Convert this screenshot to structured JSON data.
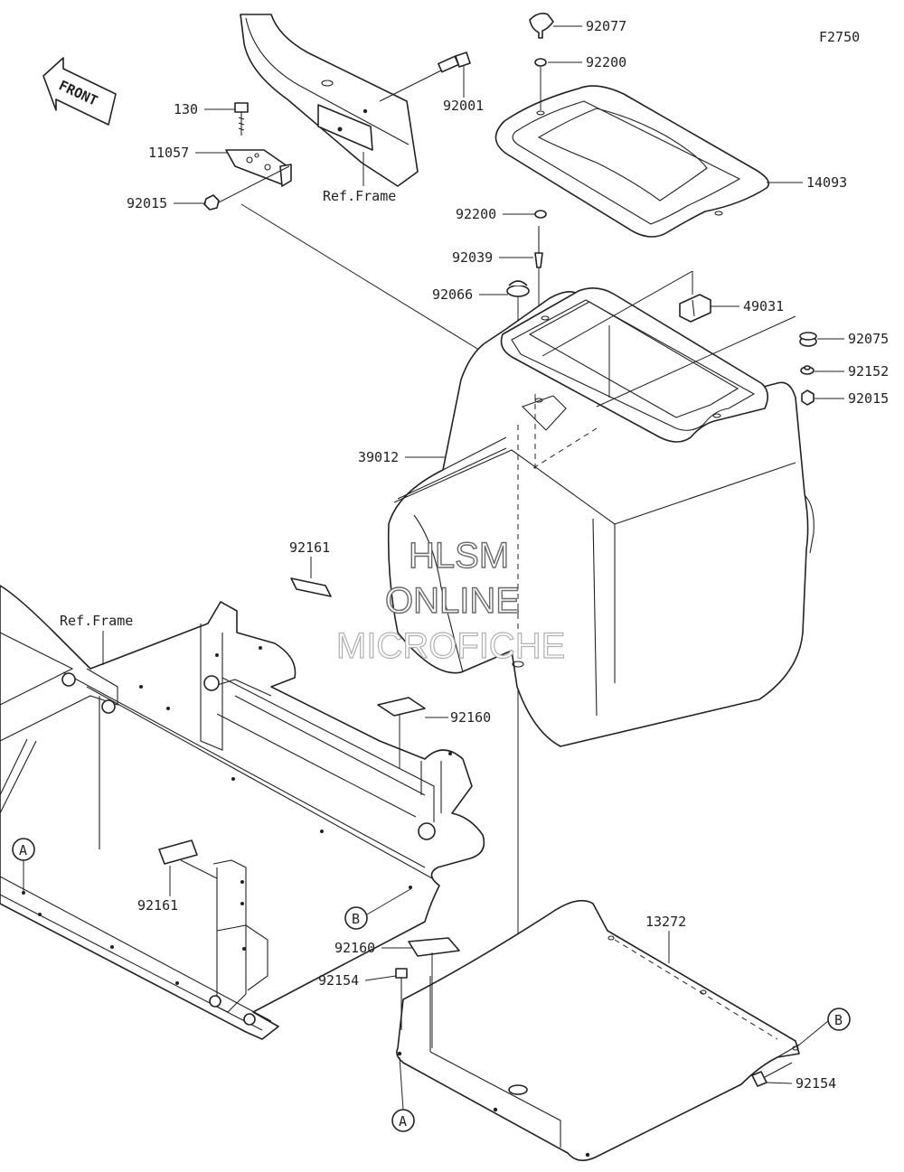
{
  "diagram": {
    "code": "F2750",
    "front_label": "FRONT",
    "watermark": [
      "HLSM",
      "ONLINE",
      "MICROFICHE"
    ],
    "ref_frame_upper": "Ref.Frame",
    "ref_frame_lower": "Ref.Frame",
    "parts": {
      "p92077": "92077",
      "p92200a": "92200",
      "p92001": "92001",
      "p130": "130",
      "p11057": "11057",
      "p92015a": "92015",
      "p14093": "14093",
      "p92200b": "92200",
      "p92039": "92039",
      "p92066": "92066",
      "p49031": "49031",
      "p92075": "92075",
      "p92152": "92152",
      "p92015b": "92015",
      "p39012": "39012",
      "p92161a": "92161",
      "p92160a": "92160",
      "p92161b": "92161",
      "p13272": "13272",
      "p92160b": "92160",
      "p92154a": "92154",
      "p92154b": "92154"
    },
    "callouts": {
      "a_left": "A",
      "b_mid": "B",
      "b_right": "B",
      "a_bottom": "A"
    }
  }
}
